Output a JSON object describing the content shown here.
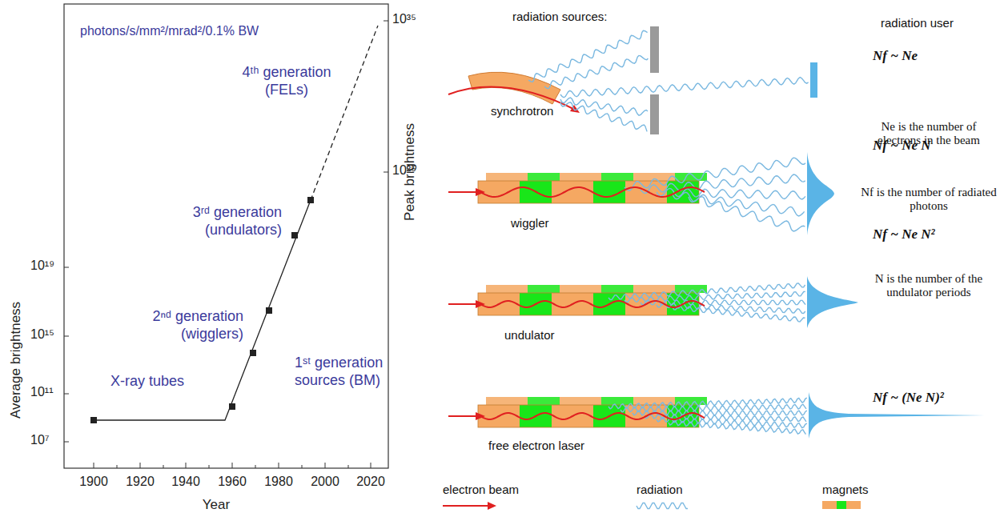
{
  "diagram": {
    "labels": [
      "photons/s/mm²/mrad²/0.1% BW",
      "10³⁵",
      "Peak brightness",
      "10²⁵",
      "4ᵗʰ generation (FELs)",
      "3ʳᵈ generation (undulators)",
      "2ⁿᵈ generation (wigglers)",
      "1ˢᵗ generation sources (BM)",
      "X-ray tubes",
      "10¹⁹",
      "10¹⁵",
      "10¹¹",
      "10⁷",
      "Average brightness",
      "1900",
      "1920",
      "1940",
      "1960",
      "1980",
      "2000",
      "2020",
      "Year",
      "radiation sources:",
      "radiation user",
      "synchrotron",
      "Nf ~ Ne",
      "Ne is the number of electrons in the beam",
      "wiggler",
      "Nf ~ Ne N",
      "Nf is the number of radiated photons",
      "undulator",
      "Nf ~ Ne N²",
      "N is the number of the undulator periods",
      "free electron laser",
      "Nf ~ (Ne N)²"
    ],
    "legend": [
      {
        "text": "electron beam"
      },
      {
        "text": "radiation"
      },
      {
        "text": "magnets"
      }
    ]
  }
}
